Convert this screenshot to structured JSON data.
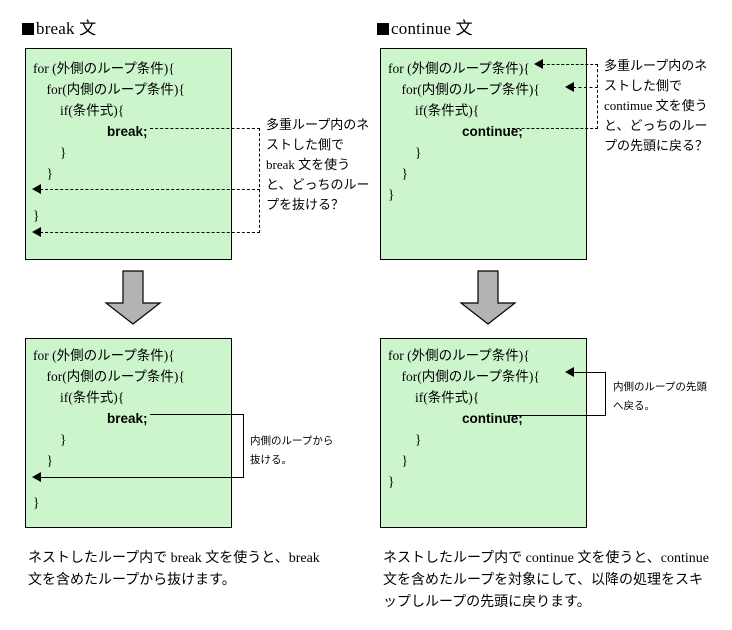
{
  "headings": {
    "left": "break 文",
    "right": "continue 文"
  },
  "panels": {
    "break_top": {
      "code_lines": [
        "for (外側のループ条件){",
        "    for(内側のループ条件){",
        "        if(条件式){",
        "            break;",
        "        }",
        "    }",
        "",
        "}"
      ],
      "code_keyword": "break;",
      "note": "多重ループ内のネストした側で break 文を使うと、どっちのループを抜ける？"
    },
    "continue_top": {
      "code_lines": [
        "for (外側のループ条件){",
        "    for(内側のループ条件){",
        "        if(条件式){",
        "            continue;",
        "        }",
        "    }",
        "}"
      ],
      "code_keyword": "continue;",
      "note": "多重ループ内のネストした側で contimue 文を使うと、どっちのループの先頭に戻る？"
    },
    "break_bottom": {
      "code_lines": [
        "for (外側のループ条件){",
        "    for(内側のループ条件){",
        "        if(条件式){",
        "            break;",
        "        }",
        "    }",
        "",
        "}"
      ],
      "code_keyword": "break;",
      "note": "内側のループから抜ける。",
      "caption": "ネストしたループ内で break 文を使うと、break 文を含めたループから抜けます。"
    },
    "continue_bottom": {
      "code_lines": [
        "for (外側のループ条件){",
        "    for(内側のループ条件){",
        "        if(条件式){",
        "            continue;",
        "        }",
        "    }",
        "}"
      ],
      "code_keyword": "continue;",
      "note": "内側のループの先頭へ戻る。",
      "caption": "ネストしたループ内で continue 文を使うと、continue 文を含めたループを対象にして、以降の処理をスキップしループの先頭に戻ります。"
    }
  },
  "colors": {
    "code_background": "#ccf5cc",
    "code_border": "#000000",
    "arrow_fill": "#b3b3b3",
    "arrow_stroke": "#000000",
    "line": "#000000"
  },
  "icons": {
    "heading_bullet": "black-square-bullet",
    "flow_arrow": "down-arrow",
    "jump_arrow": "left-arrowhead"
  }
}
